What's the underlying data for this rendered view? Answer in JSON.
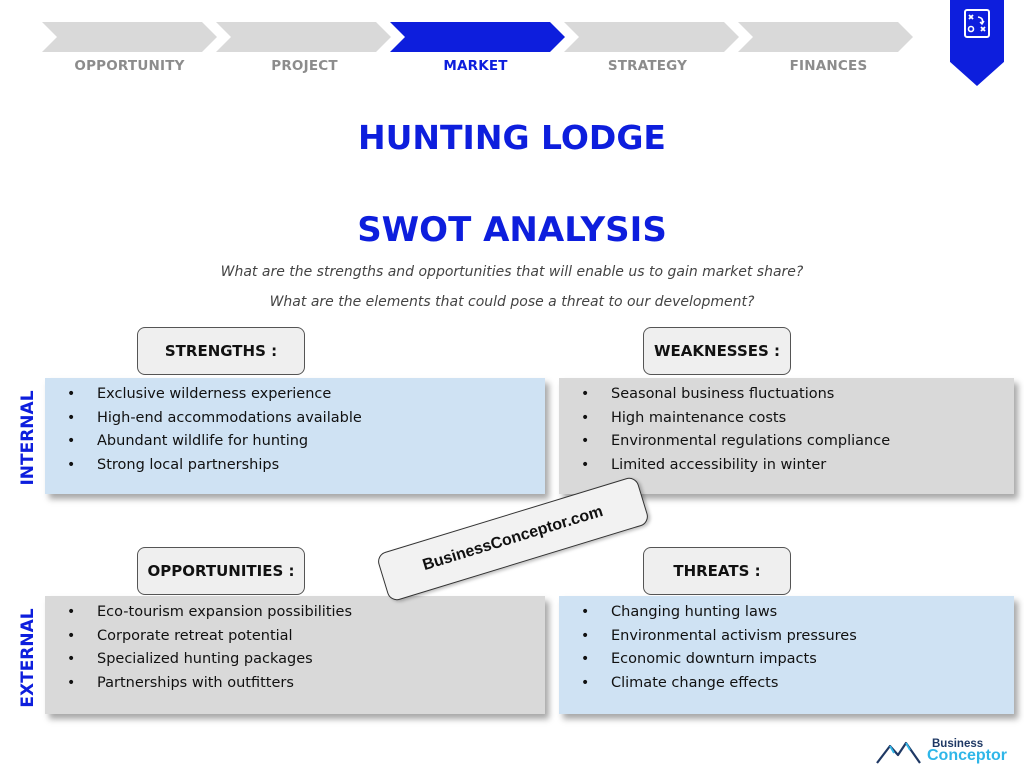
{
  "steps": [
    {
      "label": "OPPORTUNITY",
      "active": false
    },
    {
      "label": "PROJECT",
      "active": false
    },
    {
      "label": "MARKET",
      "active": true
    },
    {
      "label": "STRATEGY",
      "active": false
    },
    {
      "label": "FINANCES",
      "active": false
    }
  ],
  "ribbon": {
    "icon": "strategy-board-icon"
  },
  "title": "HUNTING LODGE",
  "subtitle": "SWOT ANALYSIS",
  "questions": [
    "What are the strengths and opportunities that will enable us to gain market share?",
    "What are the elements that could pose a threat to our development?"
  ],
  "side_labels": {
    "internal": "INTERNAL",
    "external": "EXTERNAL"
  },
  "strengths": {
    "header": "STRENGTHS :",
    "items": [
      "Exclusive wilderness experience",
      "High-end accommodations available",
      "Abundant wildlife for hunting",
      "Strong local partnerships"
    ]
  },
  "weaknesses": {
    "header": "WEAKNESSES :",
    "items": [
      "Seasonal business fluctuations",
      "High maintenance costs",
      "Environmental regulations compliance",
      "Limited accessibility in winter"
    ]
  },
  "opportunities": {
    "header": "OPPORTUNITIES :",
    "items": [
      "Eco-tourism expansion possibilities",
      "Corporate retreat potential",
      "Specialized hunting packages",
      "Partnerships with outfitters"
    ]
  },
  "threats": {
    "header": "THREATS :",
    "items": [
      "Changing hunting laws",
      "Environmental activism pressures",
      "Economic downturn impacts",
      "Climate change effects"
    ]
  },
  "watermark": "BusinessConceptor.com",
  "logo": {
    "line1": "Business",
    "line2": "Conceptor"
  },
  "colors": {
    "accent": "#0d1edd",
    "step_inactive": "#d9d9d9",
    "box_blue": "#cfe2f3",
    "box_gray": "#d9d9d9",
    "logo_cyan": "#2fb6e8",
    "logo_navy": "#1f3864"
  }
}
